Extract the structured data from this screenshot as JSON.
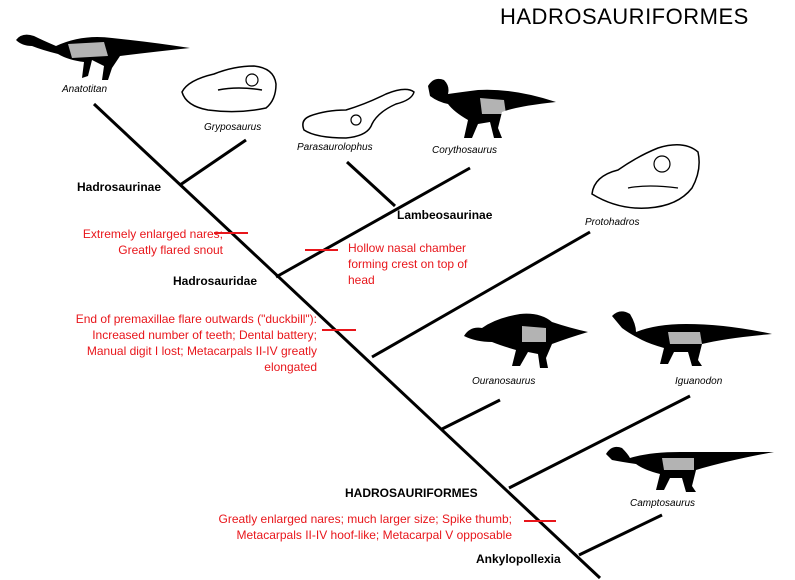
{
  "title": "HADROSAURIFORMES",
  "taxa": {
    "anatotitan": "Anatotitan",
    "gryposaurus": "Gryposaurus",
    "parasaurolophus": "Parasaurolophus",
    "corythosaurus": "Corythosaurus",
    "protohadros": "Protohadros",
    "ouranosaurus": "Ouranosaurus",
    "iguanodon": "Iguanodon",
    "camptosaurus": "Camptosaurus"
  },
  "clades": {
    "hadrosaurinae": "Hadrosaurinae",
    "lambeosaurinae": "Lambeosaurinae",
    "hadrosauridae": "Hadrosauridae",
    "hadrosauriformes": "HADROSAURIFORMES",
    "ankylopollexia": "Ankylopollexia"
  },
  "characters": {
    "hadrosaurinae": [
      "Extremely enlarged nares;",
      "Greatly flared snout"
    ],
    "lambeosaurinae": [
      "Hollow nasal chamber",
      "forming crest on top of",
      "head"
    ],
    "hadrosauridae": [
      "End of premaxillae flare outwards (\"duckbill\"):",
      "Increased number of teeth; Dental battery;",
      "Manual digit I lost; Metacarpals II-IV greatly",
      "elongated"
    ],
    "hadrosauriformes": [
      "Greatly enlarged nares; much larger size; Spike thumb;",
      "Metacarpals II-IV hoof-like; Metacarpal V opposable"
    ]
  },
  "colors": {
    "characters": "#e8161b",
    "lines": "#000000"
  }
}
